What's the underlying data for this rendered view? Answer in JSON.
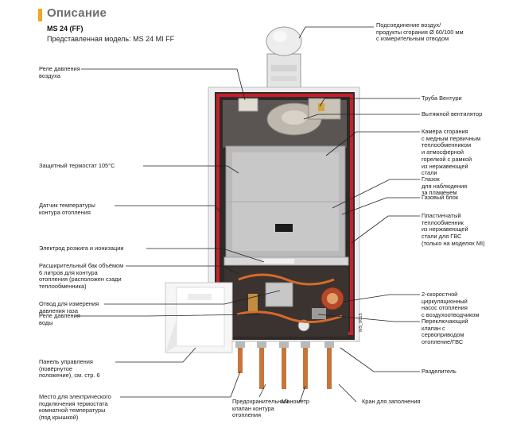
{
  "header": {
    "title": "Описание",
    "model": "MS 24 (FF)",
    "subtitle": "Представленная модель: MS 24 MI FF"
  },
  "code_label": "MS_0015",
  "labels": {
    "flue": "Подсоединение воздух/\nпродукты сгорания Ø 60/100 мм\nс измерительным отводом",
    "air_pressure_relay": "Реле давления\nвоздуха",
    "venturi": "Труба Вентури",
    "fan": "Вытяжной вентилятор",
    "combustion_chamber": "Камера сгорания\nс медным первичным\nтеплообменником\nи атмосферной\nгорелкой с рамкой\nиз нержавеющей\nстали",
    "peephole": "Глазок\nдля наблюдения\nза пламенем",
    "protection_thermostat": "Защитный термостат 105°C",
    "gas_block": "Газовый блок",
    "heating_sensor": "Датчик температуры\nконтура отопления",
    "plate_exchanger": "Пластинчатый\nтеплообменник\nиз нержавеющей\nстали для ГВС\n(только на моделях MI)",
    "ignition_electrode": "Электрод розжига и ионизации",
    "expansion_tank": "Расширительный бак объёмом\n6 литров для контура\nотопления (расположен сзади\nтеплообменника)",
    "pump": "2-скоростной\nциркуляционный\nнасос отопления\nс воздухоотводчиком",
    "gas_pressure_outlet": "Отвод для измерения\nдавления газа",
    "diverter_valve": "Переключающий\nклапан с\nсервоприводом\nотопление/ГВС",
    "water_pressure_relay": "Реле давления\nводы",
    "control_panel": "Панель управления\n(повёрнутое\nположение), см. стр. 6",
    "separator": "Разделитель",
    "room_thermostat": "Место для электрического\nподключения термостата\nкомнатной температуры\n(под крышкой)",
    "safety_valve": "Предохранительный\nклапан контура\nотопления",
    "manometer": "Манометр",
    "fill_tap": "Кран для заполнения"
  },
  "colors": {
    "accent": "#f0a623",
    "frame_red": "#c8202a",
    "copper": "#c8753a"
  }
}
